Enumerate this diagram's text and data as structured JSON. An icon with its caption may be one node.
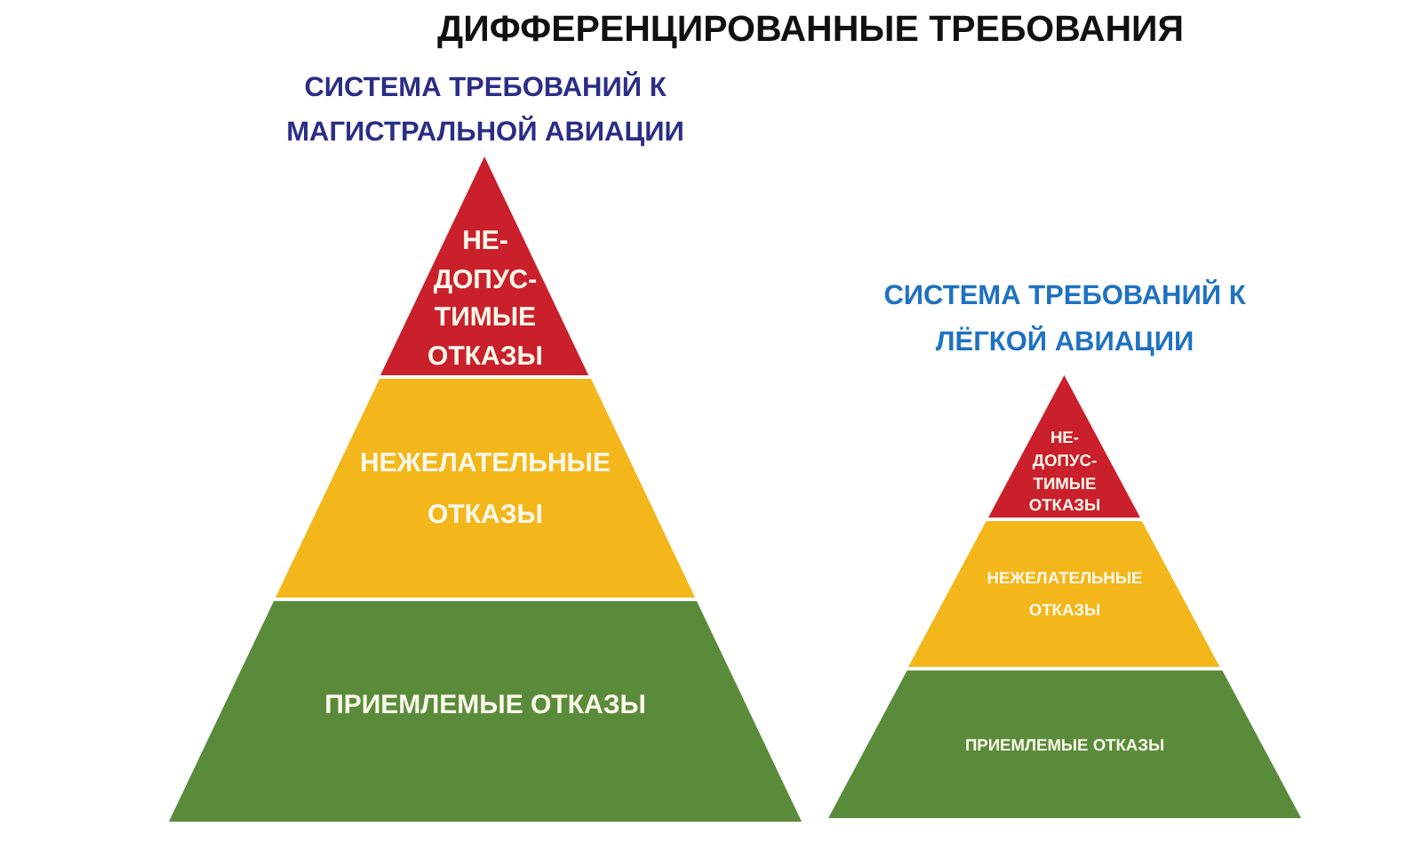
{
  "diagram": {
    "title": "ДИФФЕРЕНЦИРОВАННЫЕ ТРЕБОВАНИЯ",
    "nodes": [
      {
        "text": [
          "СИСТЕМА ТРЕБОВАНИЙ К МАГИСТРАЛЬНОЙ АВИАЦИИ"
        ]
      },
      {
        "text": [
          "НЕ- ДОПУС- ТИМЫЕ ОТКАЗЫ"
        ],
        "in": 0
      },
      {
        "text": [
          "НЕЖЕЛАТЕЛЬНЫЕ ОТКАЗЫ"
        ],
        "in": 0
      },
      {
        "text": [
          "ПРИЕМЛЕМЫЕ ОТКАЗЫ"
        ],
        "in": 0
      },
      {
        "text": [
          "СИСТЕМА ТРЕБОВАНИЙ К ЛЁГКОЙ АВИАЦИИ"
        ]
      },
      {
        "text": [
          "НЕ- ДОПУС- ТИМЫЕ ОТКАЗЫ"
        ],
        "in": 4
      },
      {
        "text": [
          "НЕЖЕЛАТЕЛЬНЫЕ ОТКАЗЫ"
        ],
        "in": 4
      },
      {
        "text": [
          "ПРИЕМЛЕМЫЕ ОТКАЗЫ"
        ],
        "in": 4
      }
    ]
  }
}
